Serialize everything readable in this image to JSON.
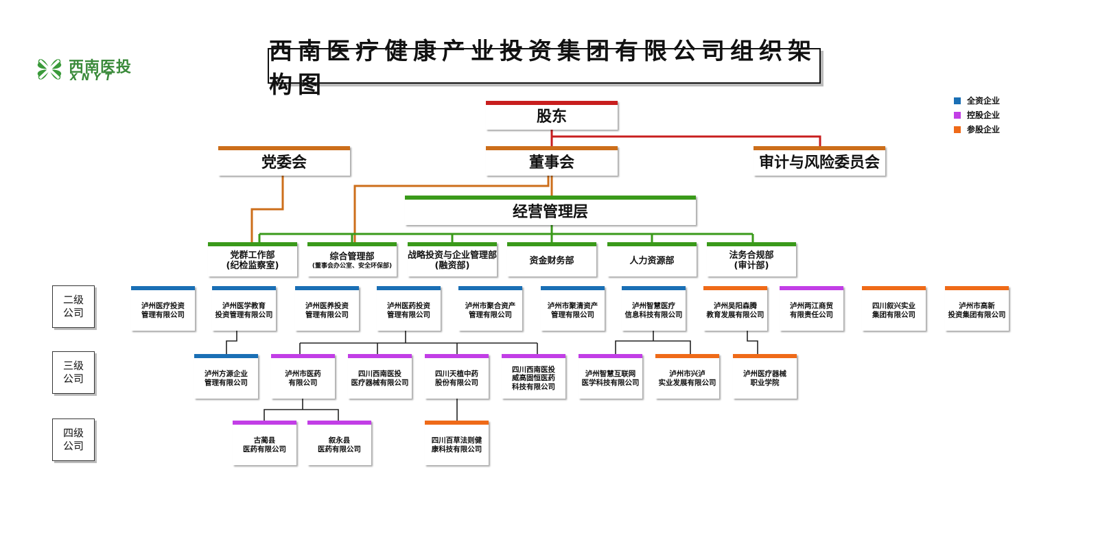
{
  "logo": {
    "name": "西南医投",
    "sub": "XNYT"
  },
  "title": "西南医疗健康产业投资集团有限公司组织架构图",
  "legend": [
    {
      "label": "全资企业",
      "color": "#1a6fb5"
    },
    {
      "label": "控股企业",
      "color": "#c23ee6"
    },
    {
      "label": "参股企业",
      "color": "#ef6a18"
    }
  ],
  "colors": {
    "red": "#c81e1e",
    "orange": "#cc6e1a",
    "green": "#3a9a1a",
    "line": "#222222"
  },
  "nodes": {
    "shareholders": {
      "label": "股东"
    },
    "party": {
      "label": "党委会"
    },
    "board": {
      "label": "董事会"
    },
    "audit": {
      "label": "审计与风险委员会"
    },
    "mgmt": {
      "label": "经营管理层"
    }
  },
  "departments": [
    {
      "line1": "党群工作部",
      "line2": "(纪检监察室)"
    },
    {
      "line1": "综合管理部",
      "sub": "(董事会办公室、安全环保部)"
    },
    {
      "line1": "战略投资与企业管理部",
      "line2": "(融资部)"
    },
    {
      "line1": "资金财务部"
    },
    {
      "line1": "人力资源部"
    },
    {
      "line1": "法务合规部",
      "line2": "(审计部)"
    }
  ],
  "levels": [
    {
      "a": "二级",
      "b": "公司"
    },
    {
      "a": "三级",
      "b": "公司"
    },
    {
      "a": "四级",
      "b": "公司"
    }
  ],
  "level2": [
    {
      "line1": "泸州医疗投资",
      "line2": "管理有限公司",
      "type": "wholly"
    },
    {
      "line1": "泸州医学教育",
      "line2": "投资管理有限公司",
      "type": "wholly"
    },
    {
      "line1": "泸州医养投资",
      "line2": "管理有限公司",
      "type": "wholly"
    },
    {
      "line1": "泸州医药投资",
      "line2": "管理有限公司",
      "type": "wholly"
    },
    {
      "line1": "泸州市聚合资产",
      "line2": "管理有限公司",
      "type": "wholly"
    },
    {
      "line1": "泸州市聚清资产",
      "line2": "管理有限公司",
      "type": "wholly"
    },
    {
      "line1": "泸州智慧医疗",
      "line2": "信息科技有限公司",
      "type": "wholly"
    },
    {
      "line1": "泸州吴阳森腾",
      "line2": "教育发展有限公司",
      "type": "minority"
    },
    {
      "line1": "泸州两江商贸",
      "line2": "有限责任公司",
      "type": "holding"
    },
    {
      "line1": "四川叙兴实业",
      "line2": "集团有限公司",
      "type": "minority"
    },
    {
      "line1": "泸州市高新",
      "line2": "投资集团有限公司",
      "type": "minority"
    }
  ],
  "level3": [
    {
      "line1": "泸州方源企业",
      "line2": "管理有限公司",
      "type": "wholly"
    },
    {
      "line1": "泸州市医药",
      "line2": "有限公司",
      "type": "holding"
    },
    {
      "line1": "四川西南医投",
      "line2": "医疗器械有限公司",
      "type": "holding"
    },
    {
      "line1": "四川天植中药",
      "line2": "股份有限公司",
      "type": "holding"
    },
    {
      "line1": "四川西南医投",
      "line2": "威高固恒医药",
      "line3": "科技有限公司",
      "type": "holding"
    },
    {
      "line1": "泸州智慧互联网",
      "line2": "医学科技有限公司",
      "type": "holding"
    },
    {
      "line1": "泸州市兴泸",
      "line2": "实业发展有限公司",
      "type": "minority"
    },
    {
      "line1": "泸州医疗器械",
      "line2": "职业学院",
      "type": "minority"
    }
  ],
  "level4": [
    {
      "line1": "古蔺县",
      "line2": "医药有限公司",
      "type": "holding"
    },
    {
      "line1": "叙永县",
      "line2": "医药有限公司",
      "type": "holding"
    },
    {
      "line1": "四川百草法则健",
      "line2": "康科技有限公司",
      "type": "minority"
    }
  ]
}
